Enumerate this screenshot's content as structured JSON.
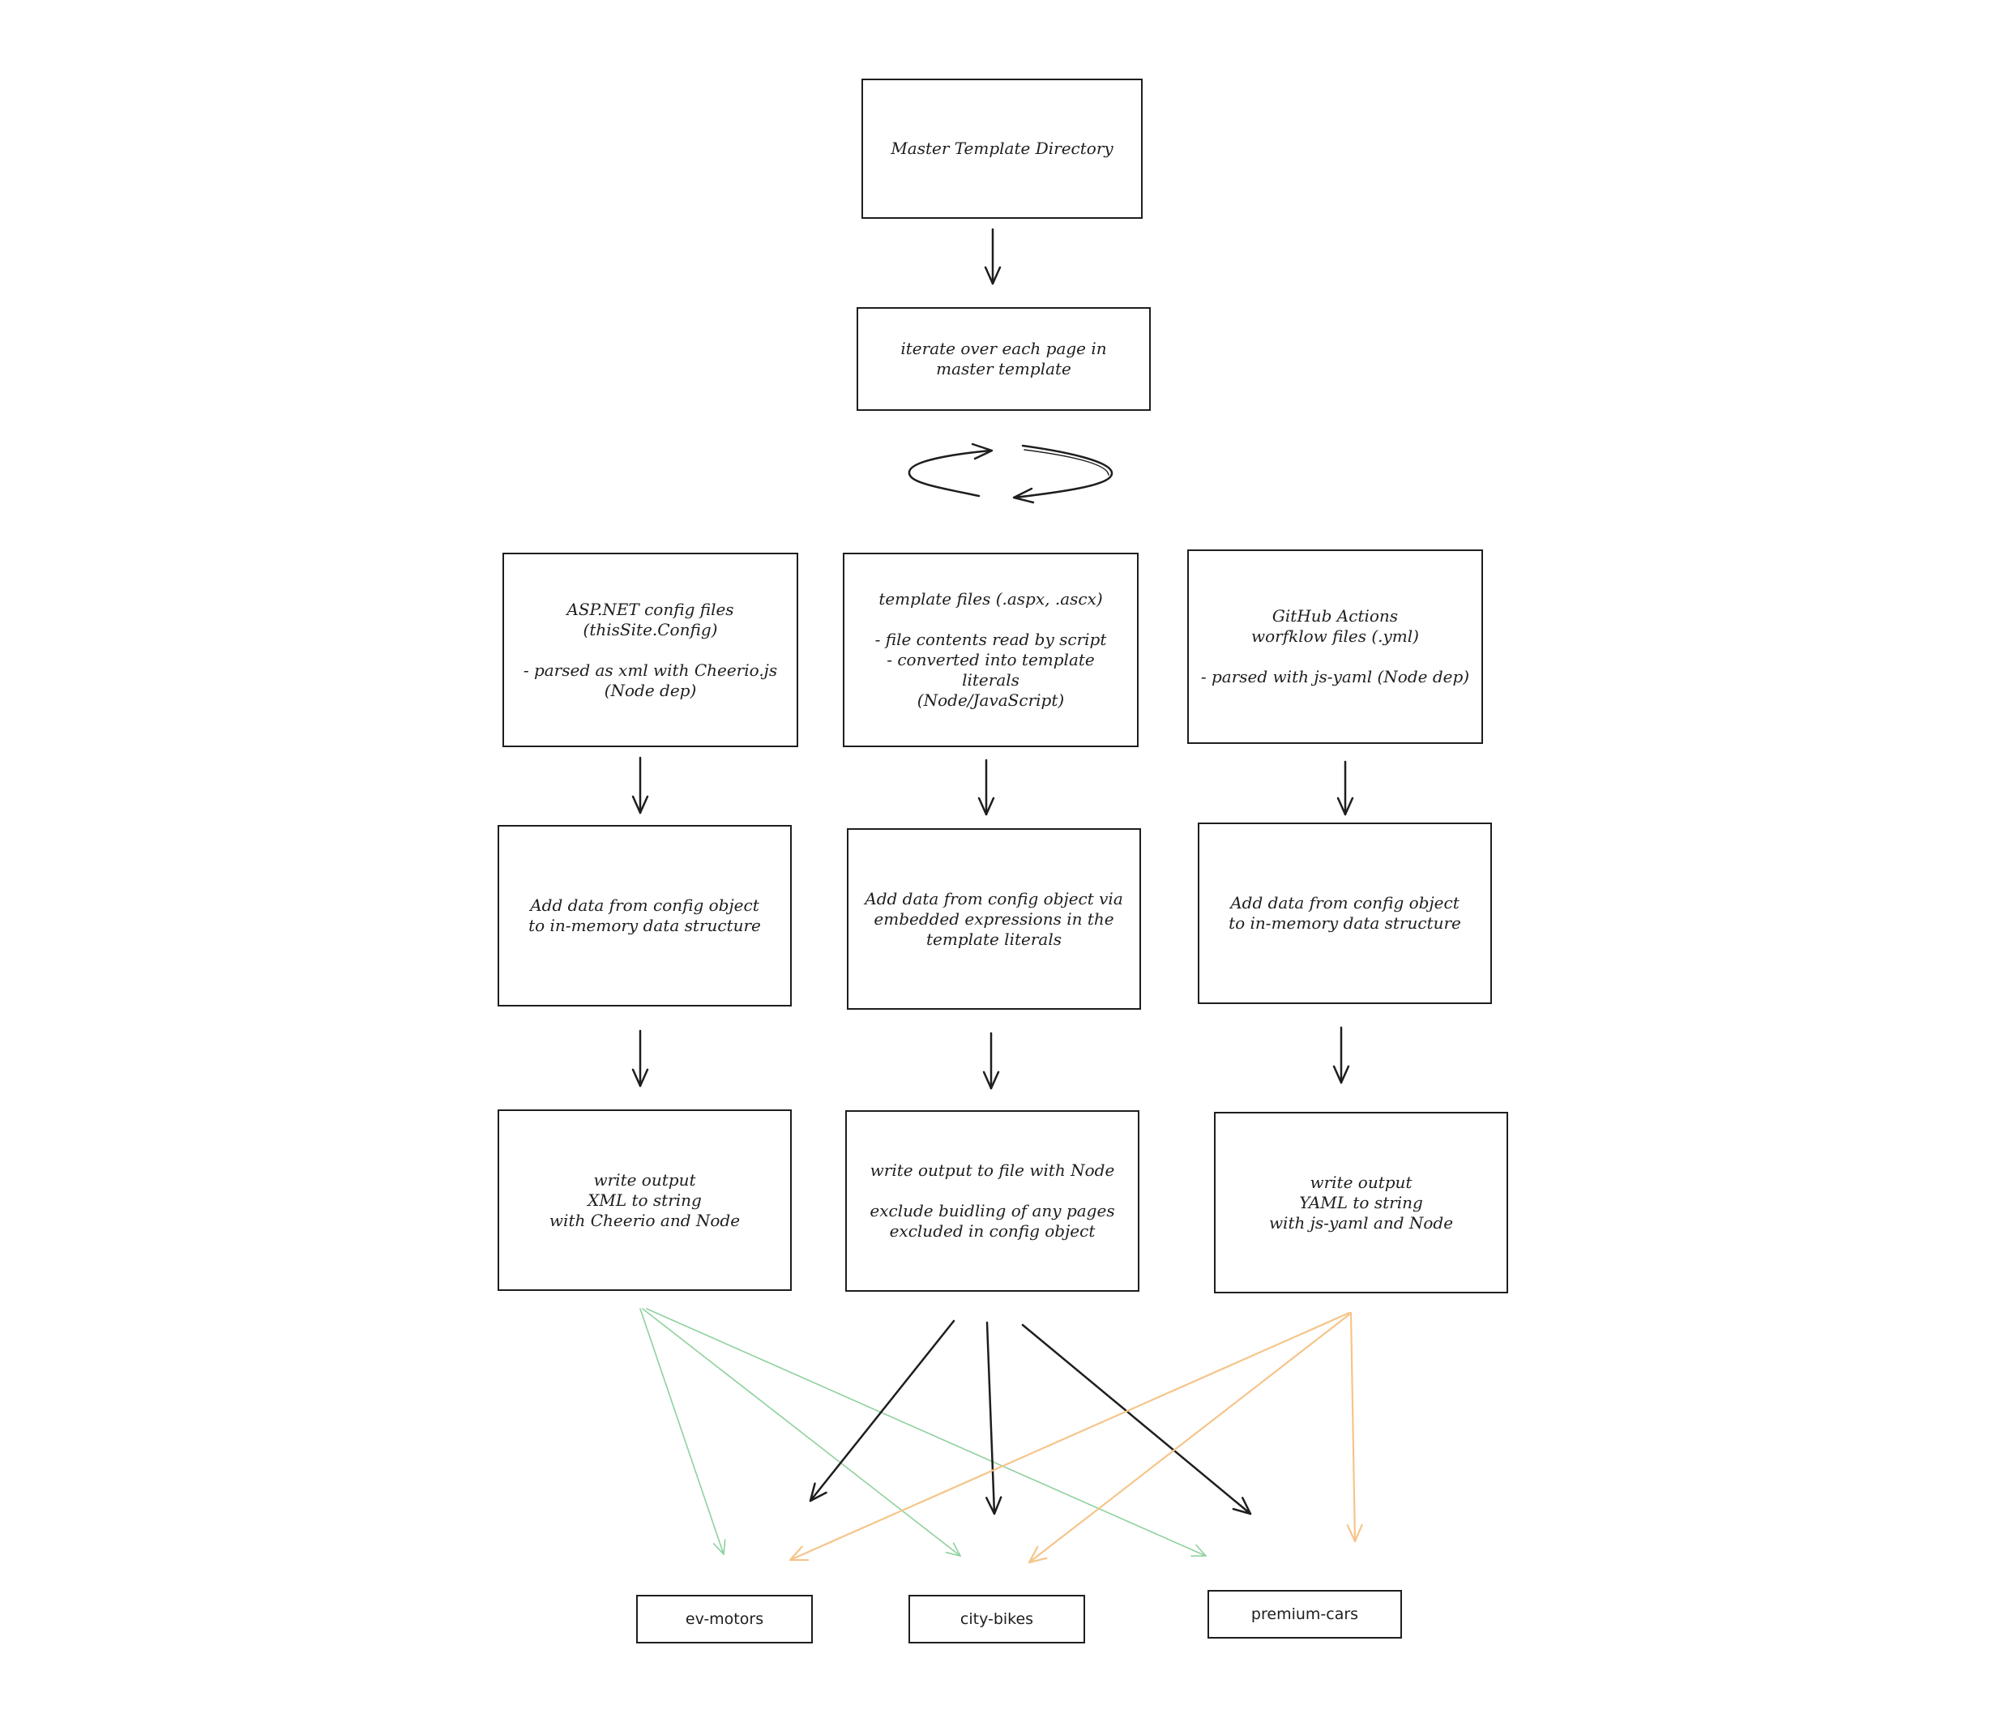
{
  "diagram": {
    "nodes": {
      "master": {
        "label": "Master Template Directory"
      },
      "iterate": {
        "label": "iterate over each page in\nmaster template"
      },
      "aspnet_config": {
        "label": "ASP.NET config files\n(thisSite.Config)\n\n- parsed as xml with Cheerio.js\n(Node dep)"
      },
      "template_files": {
        "label": "template files (.aspx, .ascx)\n\n- file contents read by script\n- converted into template literals\n(Node/JavaScript)"
      },
      "github_actions": {
        "label": "GitHub Actions\nworfklow files (.yml)\n\n- parsed with js-yaml (Node dep)"
      },
      "add_data_left": {
        "label": "Add data from config object\nto in-memory data structure"
      },
      "add_data_center": {
        "label": "Add data from config object via\nembedded expressions in the\ntemplate literals"
      },
      "add_data_right": {
        "label": "Add data from config object\nto in-memory data structure"
      },
      "write_xml": {
        "label": "write output\nXML to string\nwith Cheerio and Node"
      },
      "write_file": {
        "label": "write output to file with Node\n\nexclude buidling of any pages\nexcluded in config object"
      },
      "write_yaml": {
        "label": "write output\nYAML to string\nwith js-yaml and Node"
      },
      "site_ev": {
        "label": "ev-motors"
      },
      "site_city": {
        "label": "city-bikes"
      },
      "site_premium": {
        "label": "premium-cars"
      }
    },
    "edges": [
      {
        "from": "master",
        "to": "iterate",
        "color": "#1e1e1e"
      },
      {
        "from": "aspnet_config",
        "to": "add_data_left",
        "color": "#1e1e1e"
      },
      {
        "from": "template_files",
        "to": "add_data_center",
        "color": "#1e1e1e"
      },
      {
        "from": "github_actions",
        "to": "add_data_right",
        "color": "#1e1e1e"
      },
      {
        "from": "add_data_left",
        "to": "write_xml",
        "color": "#1e1e1e"
      },
      {
        "from": "add_data_center",
        "to": "write_file",
        "color": "#1e1e1e"
      },
      {
        "from": "add_data_right",
        "to": "write_yaml",
        "color": "#1e1e1e"
      },
      {
        "from": "write_xml",
        "to": "site_ev",
        "color": "#8fd19e"
      },
      {
        "from": "write_xml",
        "to": "site_city",
        "color": "#8fd19e"
      },
      {
        "from": "write_xml",
        "to": "site_premium",
        "color": "#8fd19e"
      },
      {
        "from": "write_file",
        "to": "site_ev",
        "color": "#1e1e1e"
      },
      {
        "from": "write_file",
        "to": "site_city",
        "color": "#1e1e1e"
      },
      {
        "from": "write_file",
        "to": "site_premium",
        "color": "#1e1e1e"
      },
      {
        "from": "write_yaml",
        "to": "site_ev",
        "color": "#f5c58a"
      },
      {
        "from": "write_yaml",
        "to": "site_city",
        "color": "#f5c58a"
      },
      {
        "from": "write_yaml",
        "to": "site_premium",
        "color": "#f5c58a"
      }
    ],
    "loop_symbol": {
      "color": "#1e1e1e"
    }
  }
}
